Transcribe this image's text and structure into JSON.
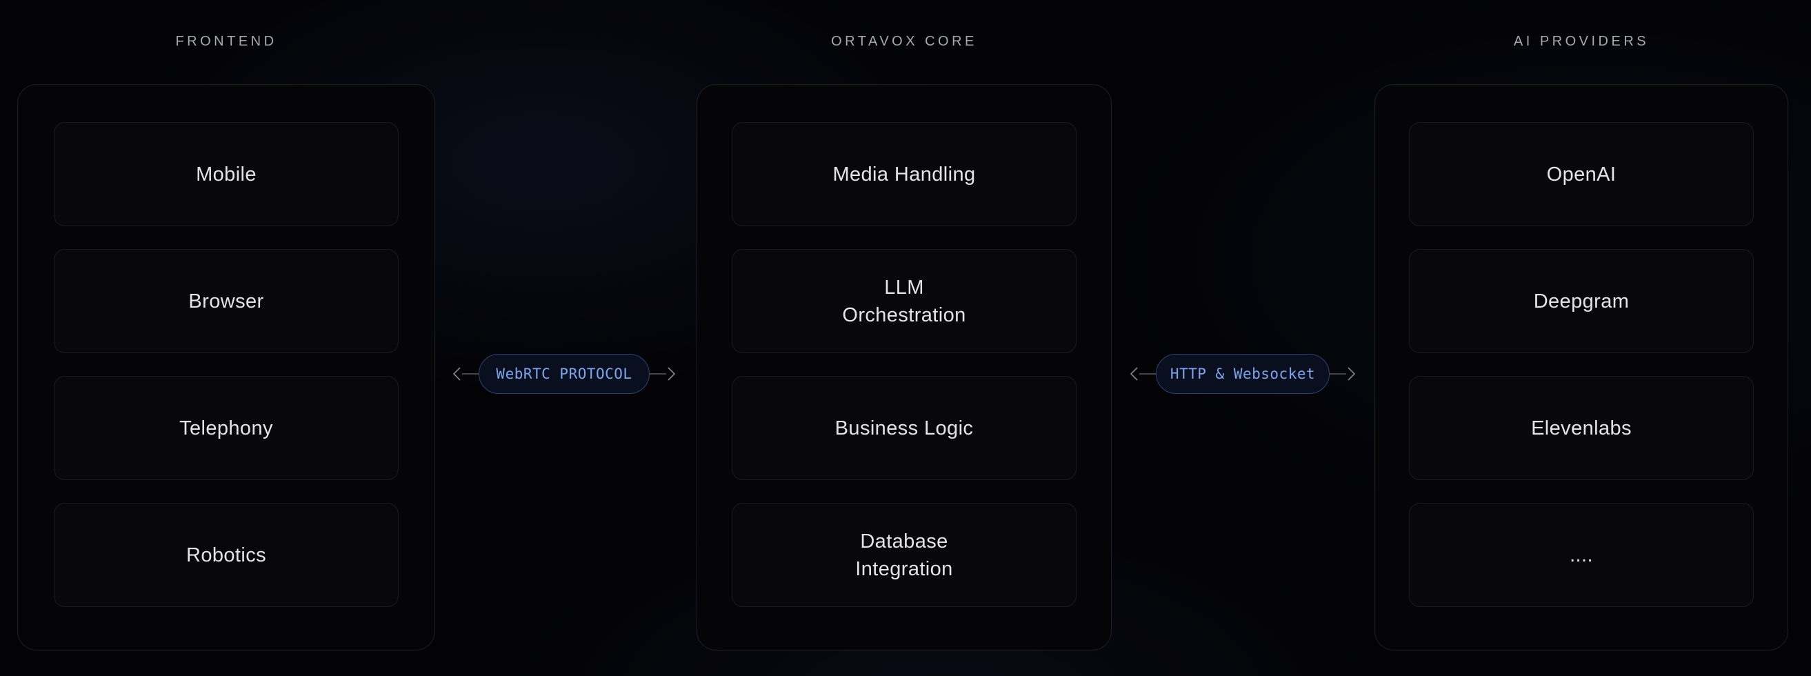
{
  "columns": [
    {
      "label": "FRONTEND",
      "boxes": [
        {
          "lines": [
            "Mobile"
          ]
        },
        {
          "lines": [
            "Browser"
          ]
        },
        {
          "lines": [
            "Telephony"
          ]
        },
        {
          "lines": [
            "Robotics"
          ]
        }
      ]
    },
    {
      "label": "ORTAVOX CORE",
      "boxes": [
        {
          "lines": [
            "Media Handling"
          ]
        },
        {
          "lines": [
            "LLM",
            "Orchestration"
          ]
        },
        {
          "lines": [
            "Business Logic"
          ]
        },
        {
          "lines": [
            "Database",
            "Integration"
          ]
        }
      ]
    },
    {
      "label": "AI PROVIDERS",
      "boxes": [
        {
          "lines": [
            "OpenAI"
          ]
        },
        {
          "lines": [
            "Deepgram"
          ]
        },
        {
          "lines": [
            "Elevenlabs"
          ]
        },
        {
          "lines": [
            "...."
          ]
        }
      ]
    }
  ],
  "connectors": [
    {
      "label": "WebRTC PROTOCOL"
    },
    {
      "label": "HTTP & Websocket"
    }
  ],
  "colors": {
    "header_text": "#a6a9b0",
    "panel_border": "#202127",
    "panel_bg": "#050508",
    "box_border": "#1b1c22",
    "box_bg": "#08080b",
    "box_text": "#e3e4e8",
    "pill_border": "#2c4472",
    "pill_bg": "#0a0f1f",
    "pill_text": "#7ea5ec",
    "arrow_line": "#45464c",
    "arrow_head": "#85878d"
  }
}
